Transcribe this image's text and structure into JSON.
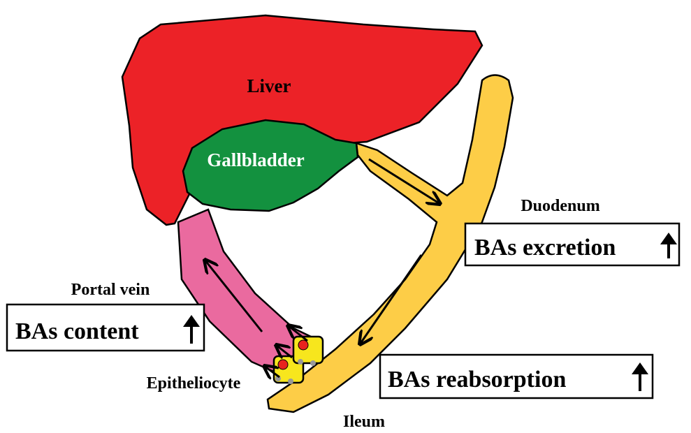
{
  "labels": {
    "liver": "Liver",
    "gallbladder": "Gallbladder",
    "duodenum": "Duodenum",
    "portal_vein": "Portal vein",
    "epitheliocyte": "Epitheliocyte",
    "ileum": "Ileum"
  },
  "boxes": {
    "excretion": "BAs excretion",
    "content": "BAs content",
    "reabsorption": "BAs reabsorption"
  },
  "colors": {
    "liver": "#ec2227",
    "gallbladder": "#13913f",
    "intestine": "#fdcd47",
    "portal_vein": "#ea6a9f",
    "epitheliocyte": "#f7e61d",
    "outline": "#000000",
    "receptor": "#e8231e"
  }
}
